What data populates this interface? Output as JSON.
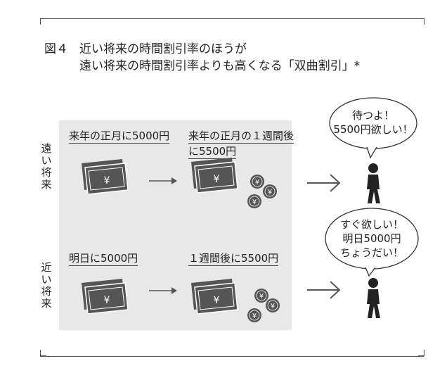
{
  "figure": {
    "label": "図４",
    "title_line1": "近い将来の時間割引率のほうが",
    "title_line2": "遠い将来の時間割引率よりも高くなる「双曲割引」*"
  },
  "rows": [
    {
      "side_label": [
        "遠",
        "い",
        "将",
        "来"
      ],
      "left_caption": "来年の正月に5000円",
      "right_caption_line1": "来年の正月の１週間後",
      "right_caption_line2": "に5500円",
      "speech": [
        "待つよ！",
        "5500円欲しい！"
      ]
    },
    {
      "side_label": [
        "近",
        "い",
        "将",
        "来"
      ],
      "left_caption": "明日に5000円",
      "right_caption_line1": "１週間後に5500円",
      "speech": [
        "すぐ欲しい！",
        "明日5000円",
        "ちょうだい！"
      ]
    }
  ],
  "icons": {
    "bill": "yen-banknote-icon",
    "coin": "yen-coin-icon",
    "person": "person-icon",
    "currency_symbol": "¥"
  },
  "colors": {
    "panel": "#e8e8e8",
    "ink": "#222222",
    "bill_fill": "#555555",
    "arrow": "#555555"
  }
}
